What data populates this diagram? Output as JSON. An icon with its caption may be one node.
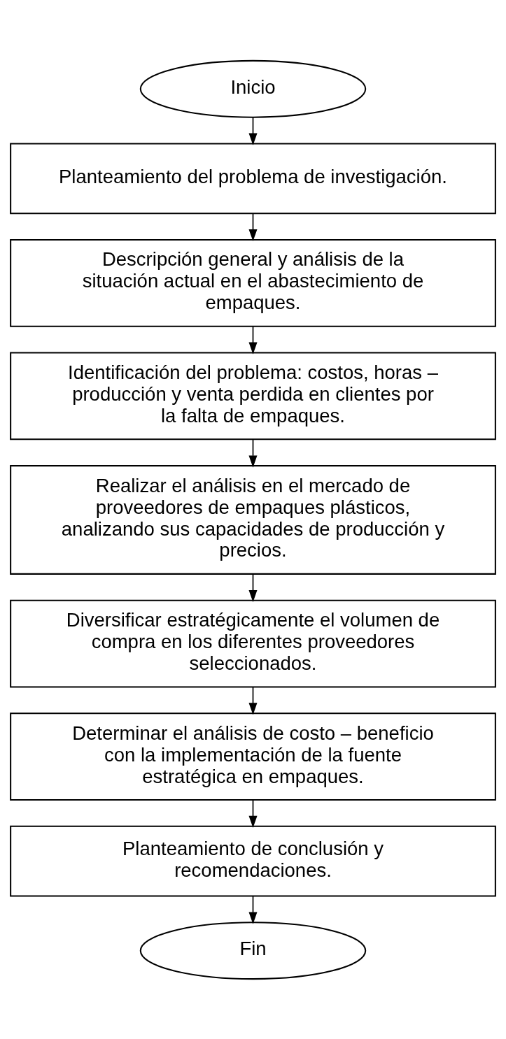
{
  "diagram": {
    "nodes": [
      {
        "text": [
          "Inicio"
        ]
      },
      {
        "text": [
          "Planteamiento del problema de investigación."
        ]
      },
      {
        "text": [
          "Descripción general y análisis de la situación actual en el abastecimiento de empaques."
        ]
      },
      {
        "text": [
          "Identificación del problema: costos, horas – producción y venta perdida en clientes por la falta de empaques."
        ]
      },
      {
        "text": [
          "Realizar el análisis en el mercado de proveedores de empaques plásticos, analizando sus capacidades de producción y precios."
        ]
      },
      {
        "text": [
          "Diversificar estratégicamente el volumen de compra en los diferentes proveedores seleccionados."
        ]
      },
      {
        "text": [
          "Determinar el análisis de costo – beneficio con la implementación de la fuente estratégica en empaques."
        ]
      },
      {
        "text": [
          "Planteamiento de conclusión y recomendaciones."
        ]
      },
      {
        "text": [
          "Fin"
        ]
      }
    ],
    "edges": [
      {
        "from": 0,
        "to": 1,
        "arrow": "to"
      },
      {
        "from": 1,
        "to": 2,
        "arrow": "to"
      },
      {
        "from": 2,
        "to": 3,
        "arrow": "to"
      },
      {
        "from": 3,
        "to": 4,
        "arrow": "to"
      },
      {
        "from": 4,
        "to": 5,
        "arrow": "to"
      },
      {
        "from": 5,
        "to": 6,
        "arrow": "to"
      },
      {
        "from": 6,
        "to": 7,
        "arrow": "to"
      },
      {
        "from": 7,
        "to": 8,
        "arrow": "to"
      }
    ]
  }
}
